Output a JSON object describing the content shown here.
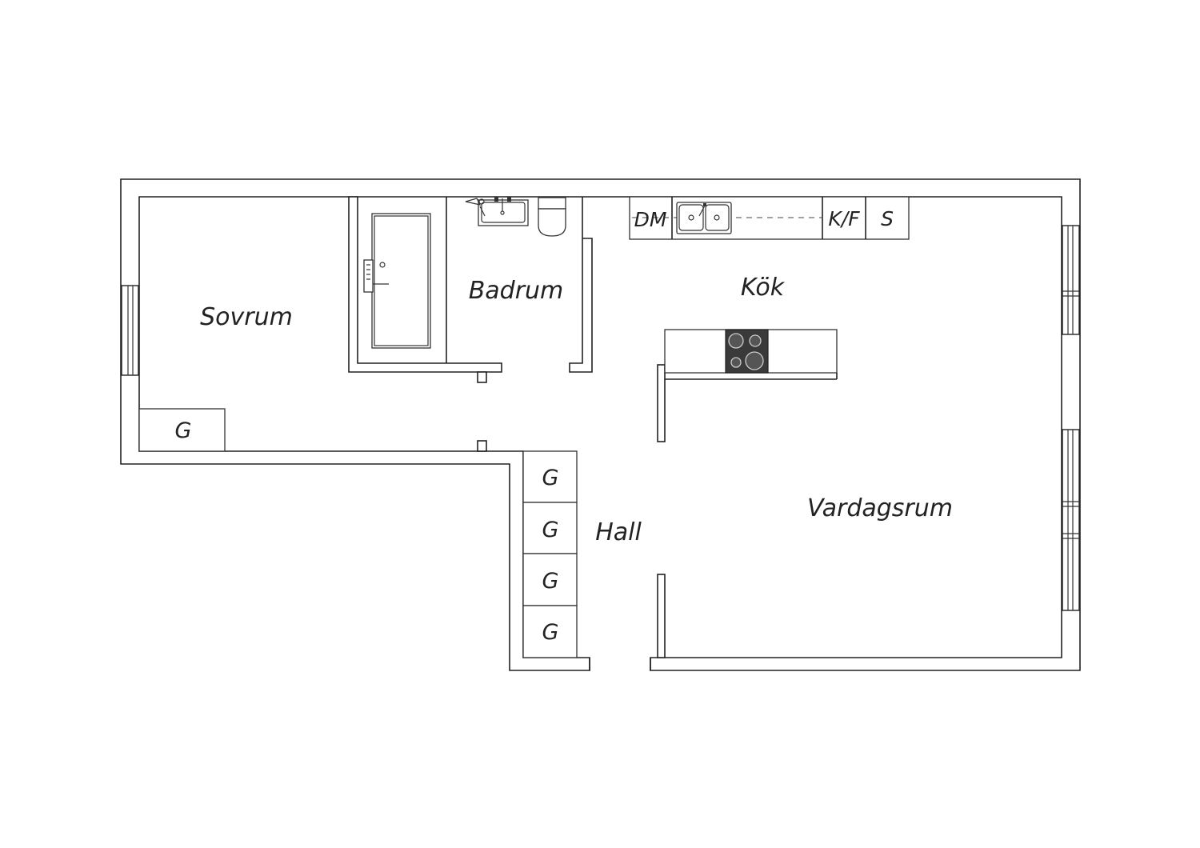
{
  "rooms": {
    "sovrum": "Sovrum",
    "badrum": "Badrum",
    "kok": "Kök",
    "hall": "Hall",
    "vardagsrum": "Vardagsrum"
  },
  "fixtures": {
    "dishwasher": "DM",
    "fridge_freezer": "K/F",
    "cabinet": "S",
    "wardrobe": "G"
  },
  "colors": {
    "line": "#222222",
    "background": "#ffffff",
    "stove": "#3a3a3a"
  }
}
